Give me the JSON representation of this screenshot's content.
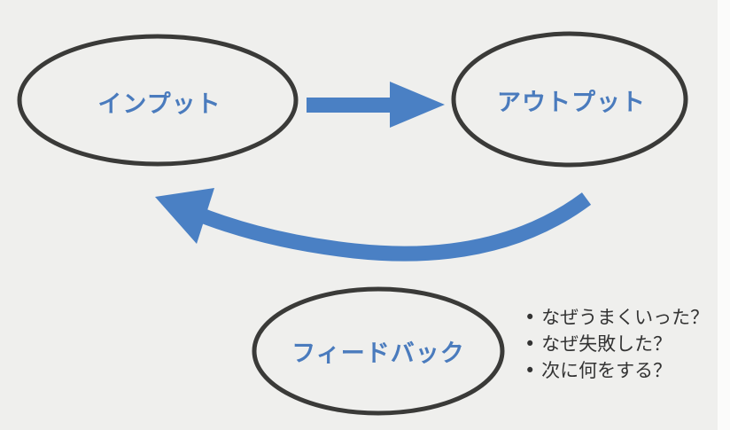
{
  "nodes": {
    "input": "インプット",
    "output": "アウトプット",
    "feedback": "フィードバック"
  },
  "feedback_questions": [
    "なぜうまくいった？",
    "なぜ失敗した？",
    "次に何をする？"
  ],
  "bullet": "•",
  "colors": {
    "arrow": "#4a80c4",
    "text": "#4a7bbd",
    "outline": "#3a3a38"
  }
}
